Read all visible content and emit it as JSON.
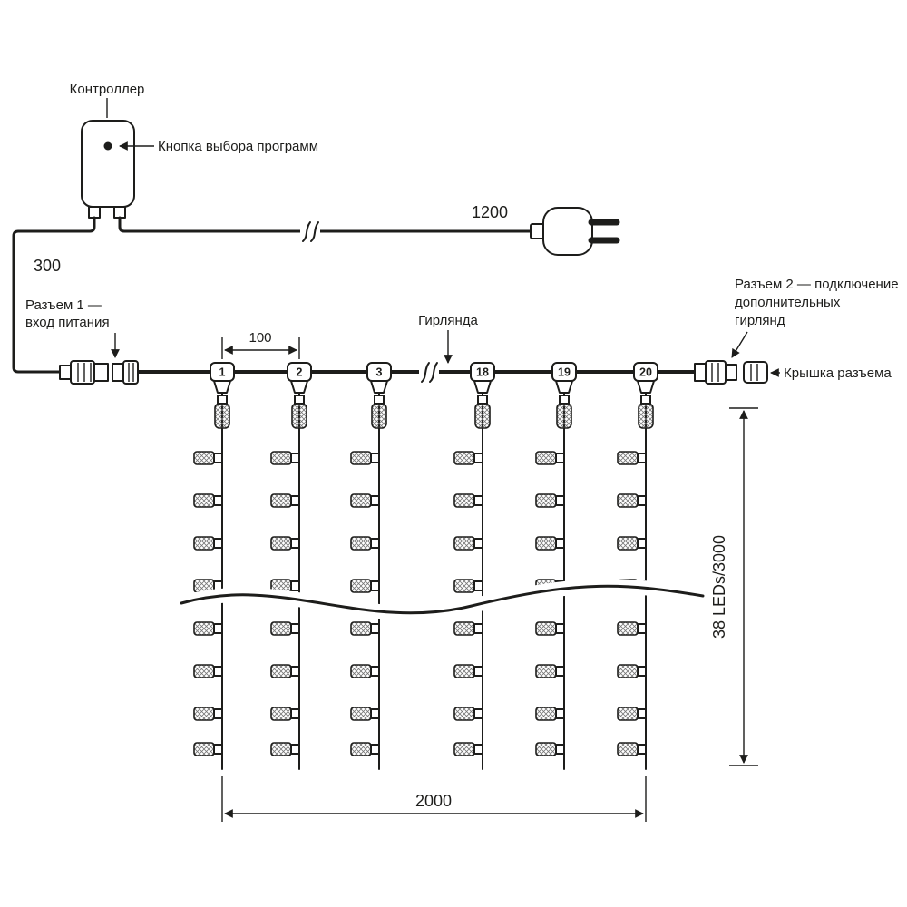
{
  "colors": {
    "ink": "#1d1d1b",
    "background": "#ffffff"
  },
  "labels": {
    "controller": "Контроллер",
    "program_button": "Кнопка выбора программ",
    "cord_length": "1200",
    "lead_length": "300",
    "connector1_line1": "Разъем 1 —",
    "connector1_line2": "вход питания",
    "garland": "Гирлянда",
    "drop_spacing": "100",
    "connector2_line1": "Разъем 2 — подключение",
    "connector2_line2": "дополнительных",
    "connector2_line3": "гирлянд",
    "connector_cap": "Крышка разъема",
    "height_dimension": "38 LEDs/3000",
    "width_dimension": "2000"
  },
  "drops": [
    {
      "label": "1"
    },
    {
      "label": "2"
    },
    {
      "label": "3"
    },
    {
      "label": "18"
    },
    {
      "label": "19"
    },
    {
      "label": "20"
    }
  ]
}
